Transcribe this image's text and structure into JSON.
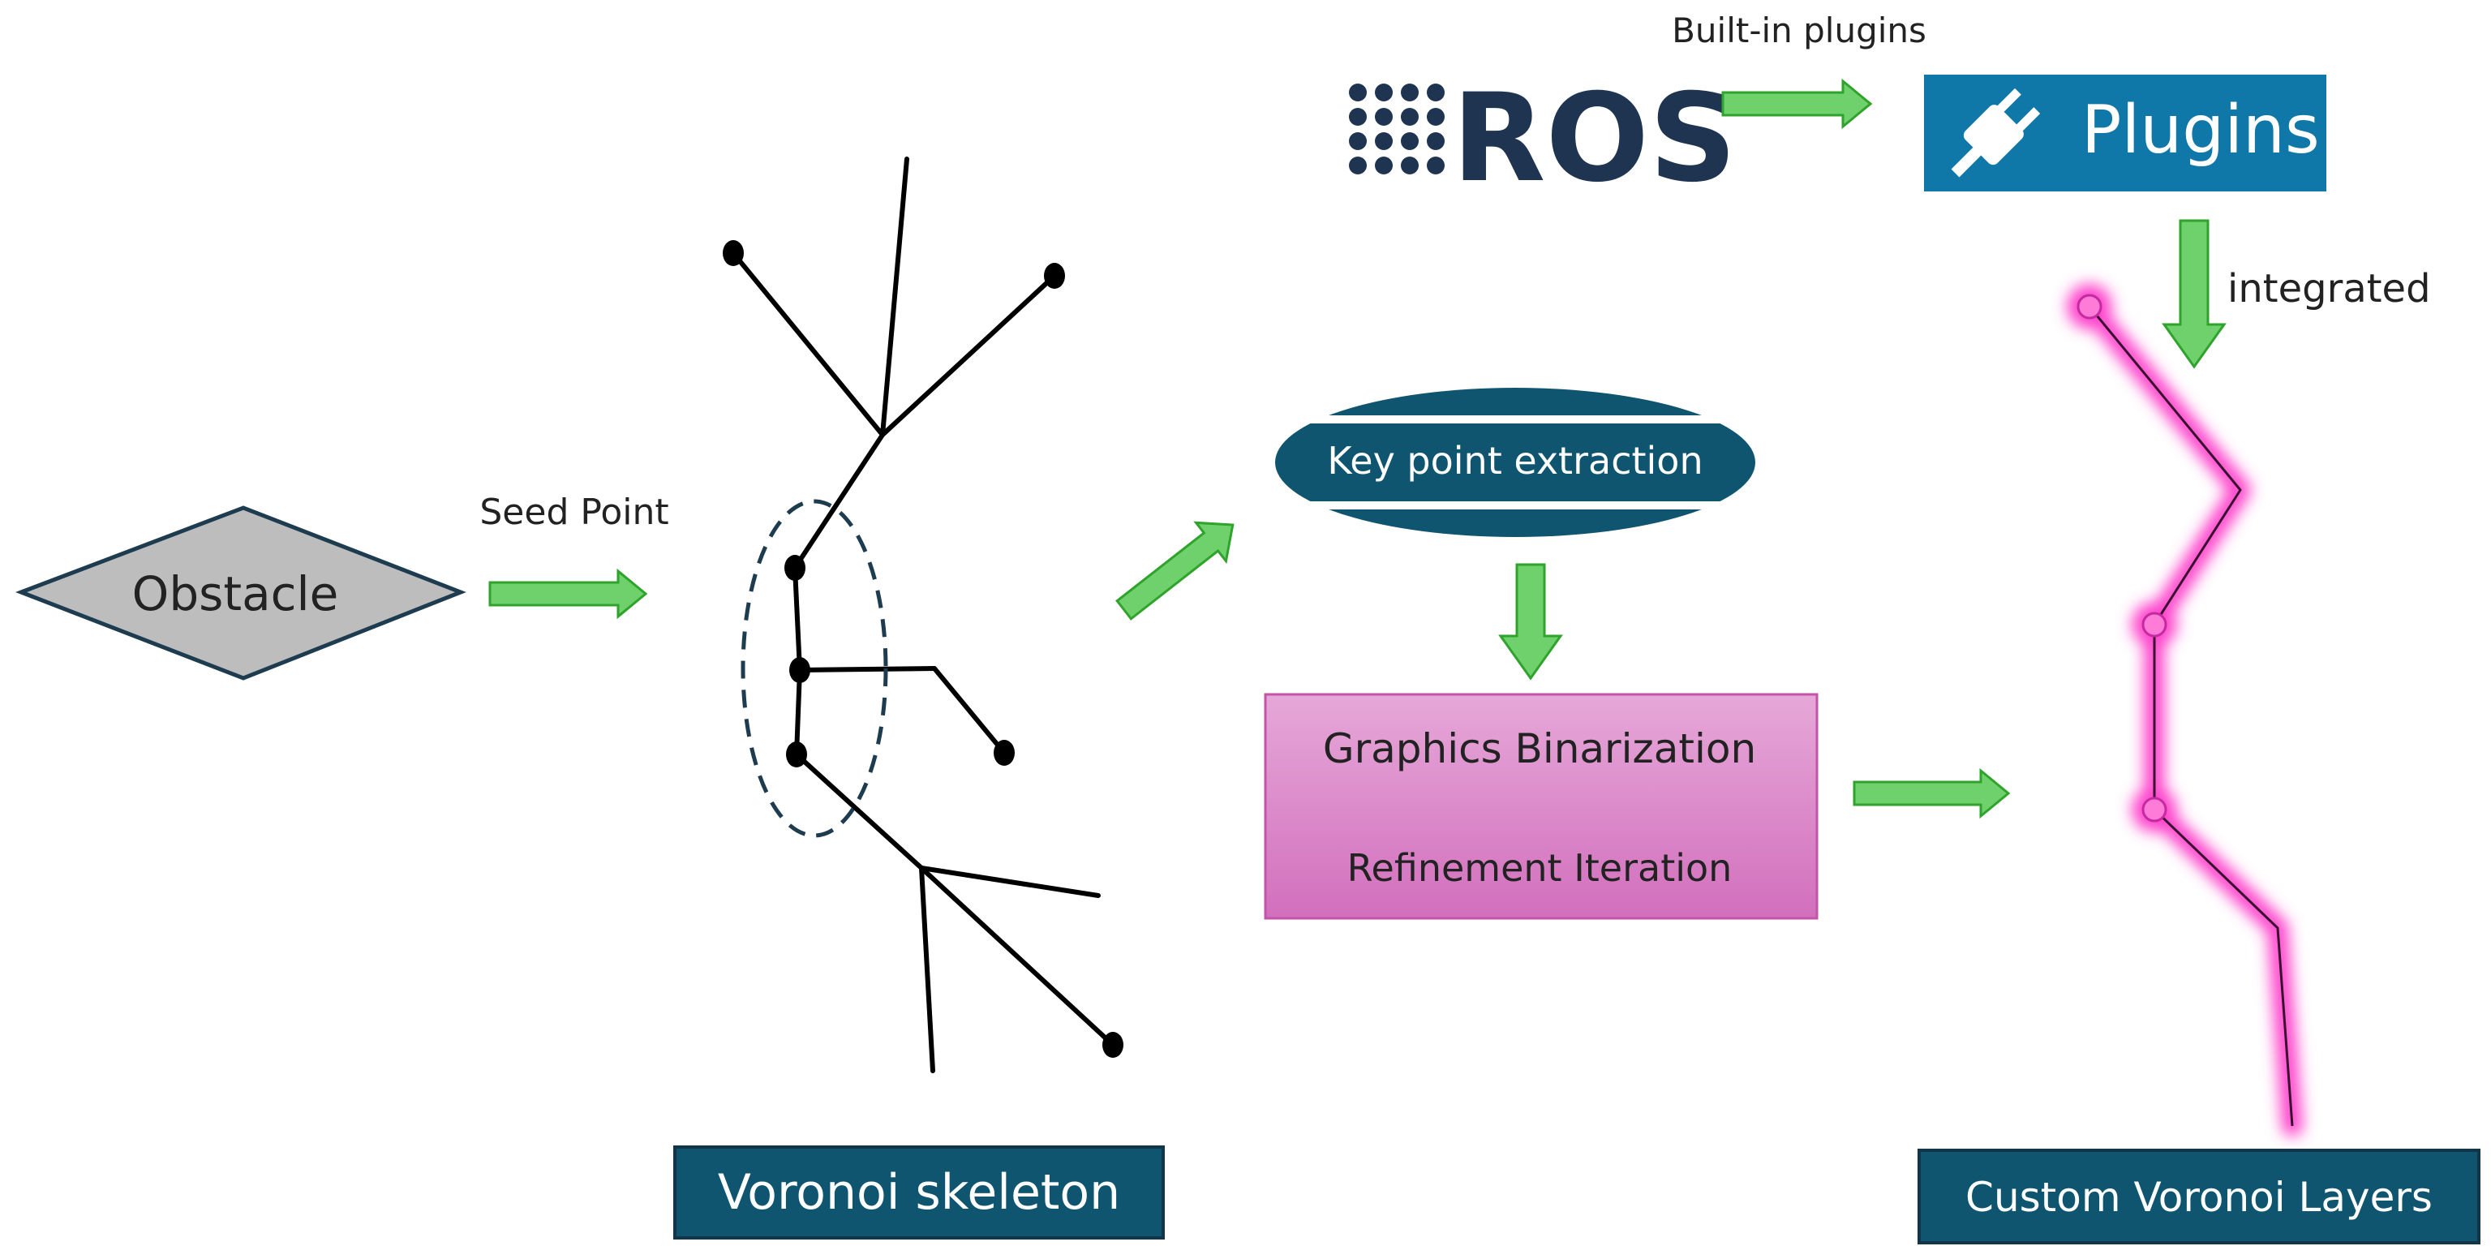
{
  "labels": {
    "obstacle": "Obstacle",
    "seed_point": "Seed Point",
    "voronoi_skeleton": "Voronoi skeleton",
    "key_point_extraction": "Key point extraction",
    "graphics_binarization": "Graphics Binarization",
    "refinement_iteration": "Refinement Iteration",
    "ros_logo": "ROS",
    "built_in_plugins": "Built-in plugins",
    "plugins": "Plugins",
    "integrated": "integrated",
    "custom_voronoi_layers": "Custom Voronoi Layers"
  },
  "icons": {
    "ros_logo": "ros-dot-grid-logo",
    "plugins": "plug-icon"
  },
  "colors": {
    "navy": "#0f5570",
    "plugin_blue": "#1078a8",
    "arrow_green": "#6fd16c",
    "arrow_green_stroke": "#2fa32c",
    "glow_pink": "#ff44cc",
    "box_pink_top": "#e6a8d8",
    "box_pink_bottom": "#d26fbd",
    "obstacle_gray": "#bdbdbd"
  }
}
